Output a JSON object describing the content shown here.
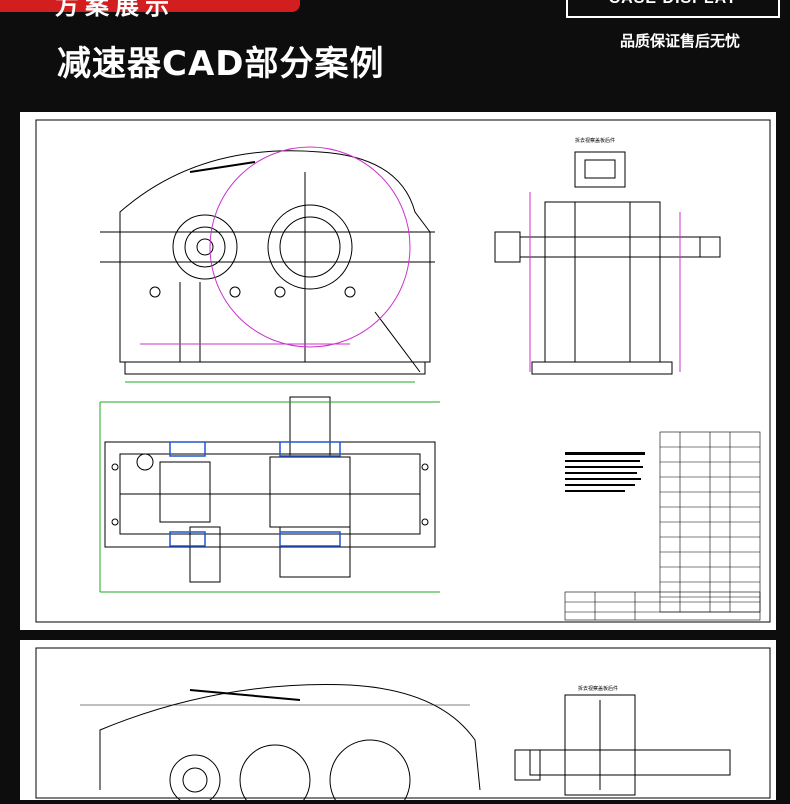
{
  "banner": {
    "red_tag_text": "方案展示",
    "case_display": "CASE DISPLAY",
    "title": "减速器CAD部分案例",
    "tagline": "品质保证售后无忧"
  },
  "drawing1": {
    "side_view_caption": "拆去视察盖板后件"
  },
  "drawing2": {
    "side_view_caption": "拆去视察盖板后件"
  },
  "colors": {
    "background": "#0d0d0d",
    "accent_red": "#d21e1e",
    "cad_line": "#000000",
    "cad_dim_magenta": "#cc33cc",
    "cad_dim_green": "#22aa22",
    "cad_part_blue": "#2255cc"
  }
}
